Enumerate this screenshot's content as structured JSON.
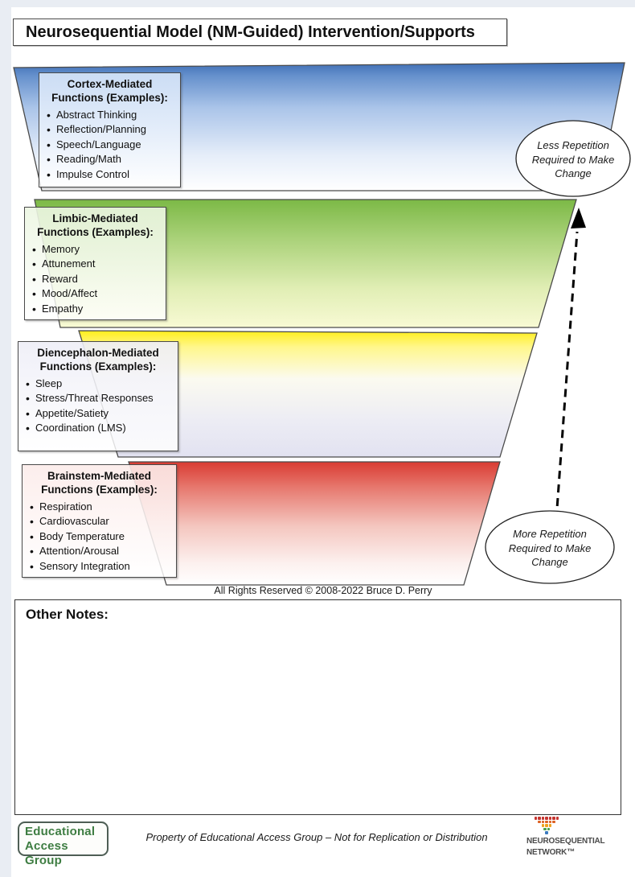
{
  "title": "Neurosequential Model (NM-Guided) Intervention/Supports",
  "sections": [
    {
      "name": "cortex",
      "heading": "Cortex-Mediated Functions (Examples):",
      "items": [
        "Abstract Thinking",
        "Reflection/Planning",
        "Speech/Language",
        "Reading/Math",
        "Impulse Control"
      ],
      "top_color": "#3f6fb5"
    },
    {
      "name": "limbic",
      "heading": "Limbic-Mediated Functions (Examples):",
      "items": [
        "Memory",
        "Attunement",
        "Reward",
        "Mood/Affect",
        "Empathy"
      ],
      "top_color": "#7cb946"
    },
    {
      "name": "diencephalon",
      "heading": "Diencephalon-Mediated Functions (Examples):",
      "items": [
        "Sleep",
        "Stress/Threat Responses",
        "Appetite/Satiety",
        "Coordination (LMS)"
      ],
      "top_color": "#ffee1a",
      "bottom_color": "#e2e2f1"
    },
    {
      "name": "brainstem",
      "heading": "Brainstem-Mediated Functions (Examples):",
      "items": [
        "Respiration",
        "Cardiovascular",
        "Body Temperature",
        "Attention/Arousal",
        "Sensory Integration"
      ],
      "top_color": "#d93b32"
    }
  ],
  "callouts": {
    "less": "Less Repetition Required to Make Change",
    "more": "More Repetition Required to Make Change"
  },
  "copyright": "All Rights Reserved © 2008-2022 Bruce D. Perry",
  "notes": {
    "label": "Other Notes:"
  },
  "footer": {
    "eag_line1": "Educational",
    "eag_line2": "Access Group",
    "property_text": "Property of Educational Access Group – Not for Replication or Distribution",
    "nn_line1": "NEUROSEQUENTIAL",
    "nn_line2": "NETWORK™"
  }
}
